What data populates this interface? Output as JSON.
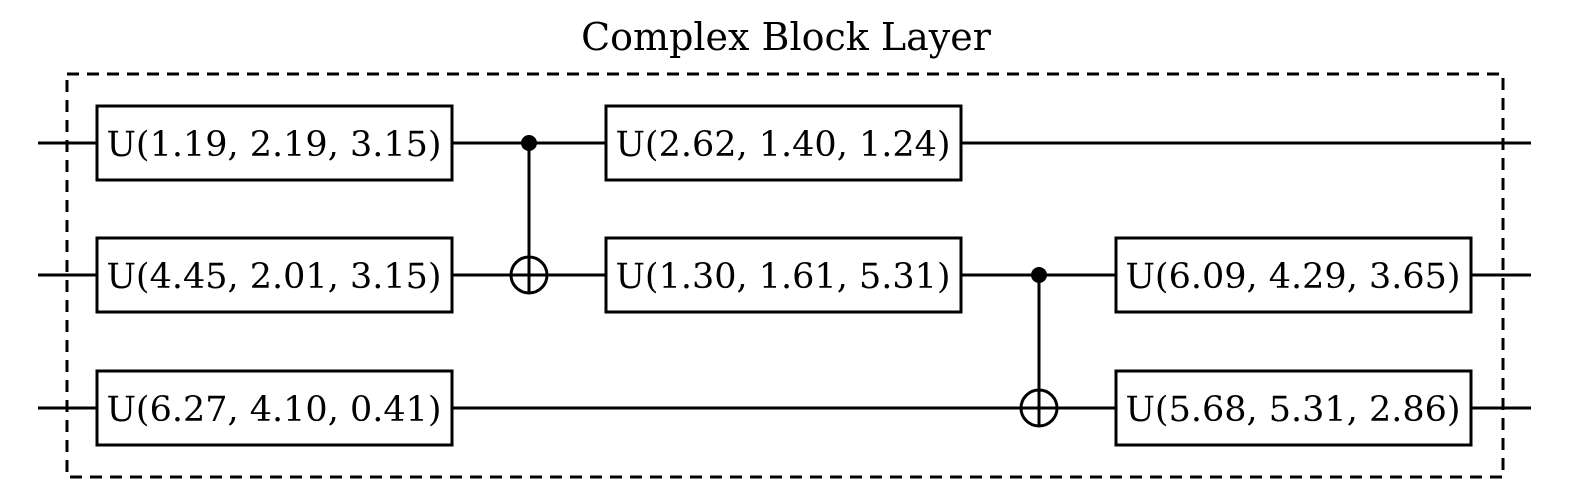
{
  "title": "Complex Block Layer",
  "gates": {
    "q0_g1": "U(1.19, 2.19, 3.15)",
    "q1_g1": "U(4.45, 2.01, 3.15)",
    "q2_g1": "U(6.27, 4.10, 0.41)",
    "q0_g2": "U(2.62, 1.40, 1.24)",
    "q1_g2": "U(1.30, 1.61, 5.31)",
    "q1_g3": "U(6.09, 4.29, 3.65)",
    "q2_g3": "U(5.68, 5.31, 2.86)"
  },
  "cnots": [
    {
      "control_qubit": 0,
      "target_qubit": 1
    },
    {
      "control_qubit": 1,
      "target_qubit": 2
    }
  ]
}
